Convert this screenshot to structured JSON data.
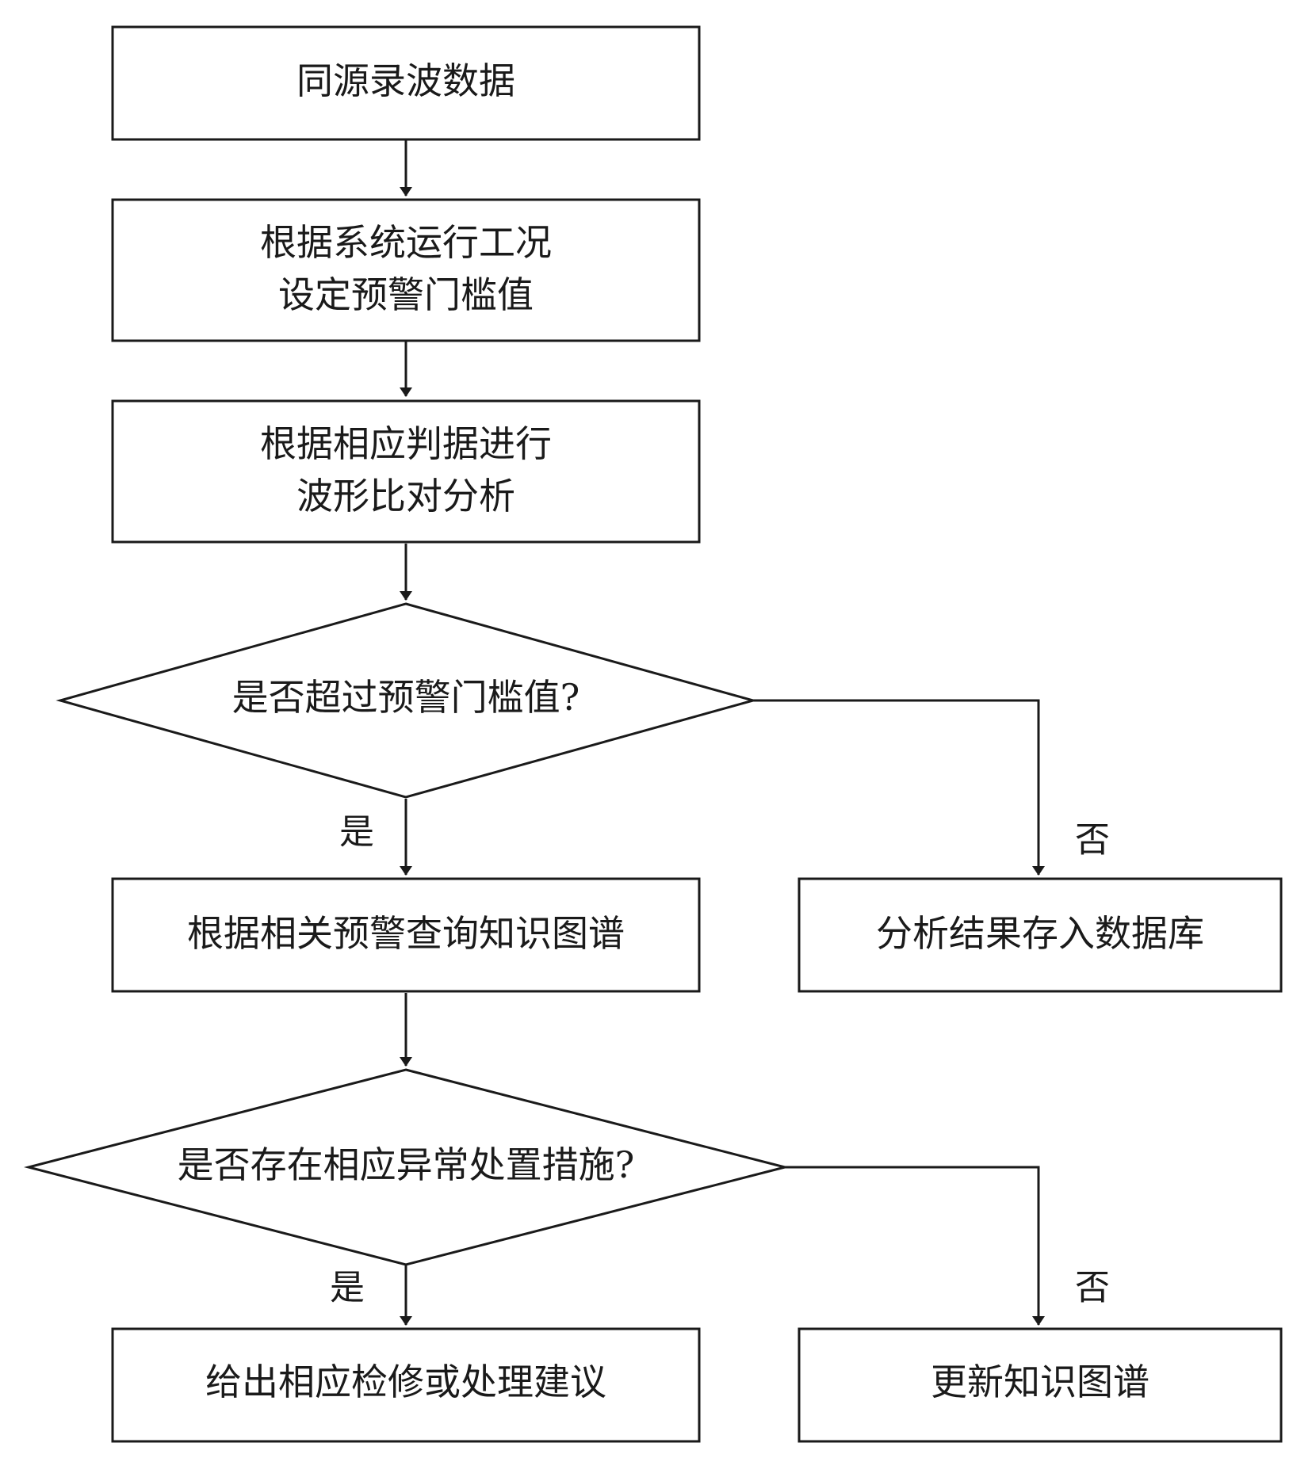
{
  "nodes": {
    "source_data": {
      "lines": [
        "同源录波数据"
      ]
    },
    "set_threshold": {
      "lines": [
        "根据系统运行工况",
        "设定预警门槛值"
      ]
    },
    "waveform_compare": {
      "lines": [
        "根据相应判据进行",
        "波形比对分析"
      ]
    },
    "decision_threshold": {
      "lines": [
        "是否超过预警门槛值?"
      ]
    },
    "query_kg": {
      "lines": [
        "根据相关预警查询知识图谱"
      ]
    },
    "store_db": {
      "lines": [
        "分析结果存入数据库"
      ]
    },
    "decision_measure": {
      "lines": [
        "是否存在相应异常处置措施?"
      ]
    },
    "give_advice": {
      "lines": [
        "给出相应检修或处理建议"
      ]
    },
    "update_kg": {
      "lines": [
        "更新知识图谱"
      ]
    }
  },
  "edge_labels": {
    "threshold_yes": "是",
    "threshold_no": "否",
    "measure_yes": "是",
    "measure_no": "否"
  },
  "colors": {
    "stroke": "#1a1a1a",
    "background": "#ffffff"
  }
}
